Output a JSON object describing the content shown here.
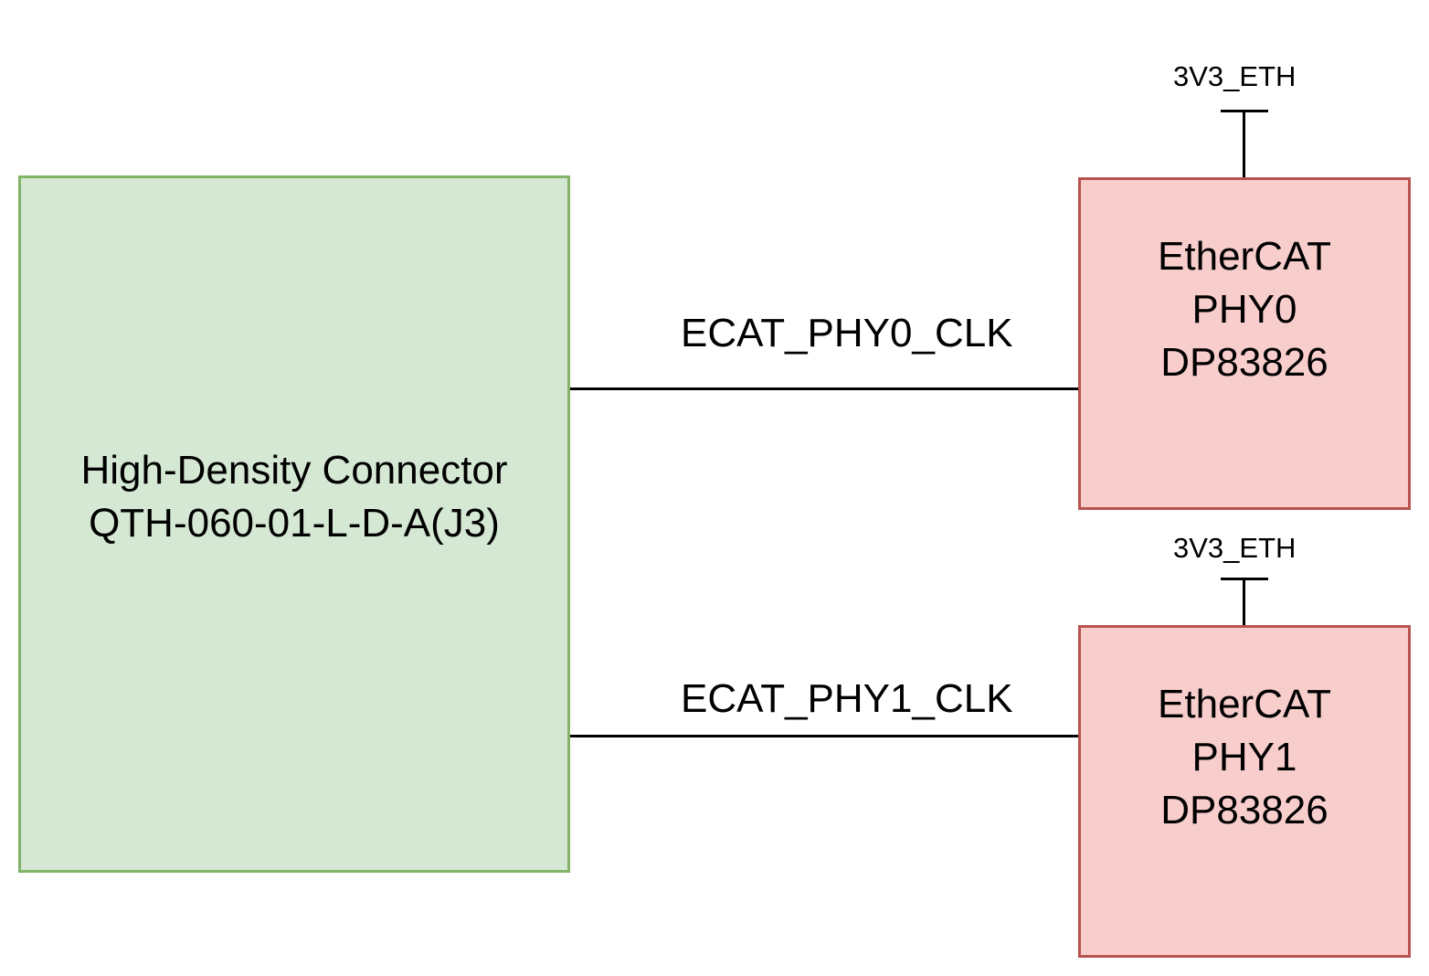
{
  "connector": {
    "line1": "High-Density Connector",
    "line2": "QTH-060-01-L-D-A(J3)"
  },
  "phy0": {
    "line1": "EtherCAT",
    "line2": "PHY0",
    "line3": "DP83826",
    "power": "3V3_ETH",
    "net": "ECAT_PHY0_CLK"
  },
  "phy1": {
    "line1": "EtherCAT",
    "line2": "PHY1",
    "line3": "DP83826",
    "power": "3V3_ETH",
    "net": "ECAT_PHY1_CLK"
  },
  "colors": {
    "connector_fill": "#d5e8d4",
    "connector_stroke": "#82b366",
    "phy_fill": "#f8cecc",
    "phy_stroke": "#b85450",
    "wire": "#000000"
  }
}
